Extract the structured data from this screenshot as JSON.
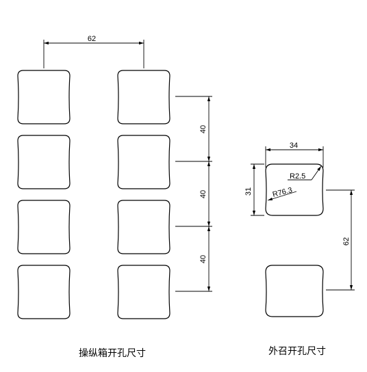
{
  "left_group": {
    "caption": "操纵箱开孔尺寸",
    "horizontal_pitch": "62",
    "vertical_pitches": [
      "40",
      "40",
      "40"
    ]
  },
  "right_group": {
    "caption": "外召开孔尺寸",
    "width": "34",
    "height": "31",
    "corner_radius": "R2.5",
    "edge_radius": "R76.3",
    "vertical_pitch": "62"
  },
  "colors": {
    "line": "#000000",
    "background": "#ffffff"
  }
}
